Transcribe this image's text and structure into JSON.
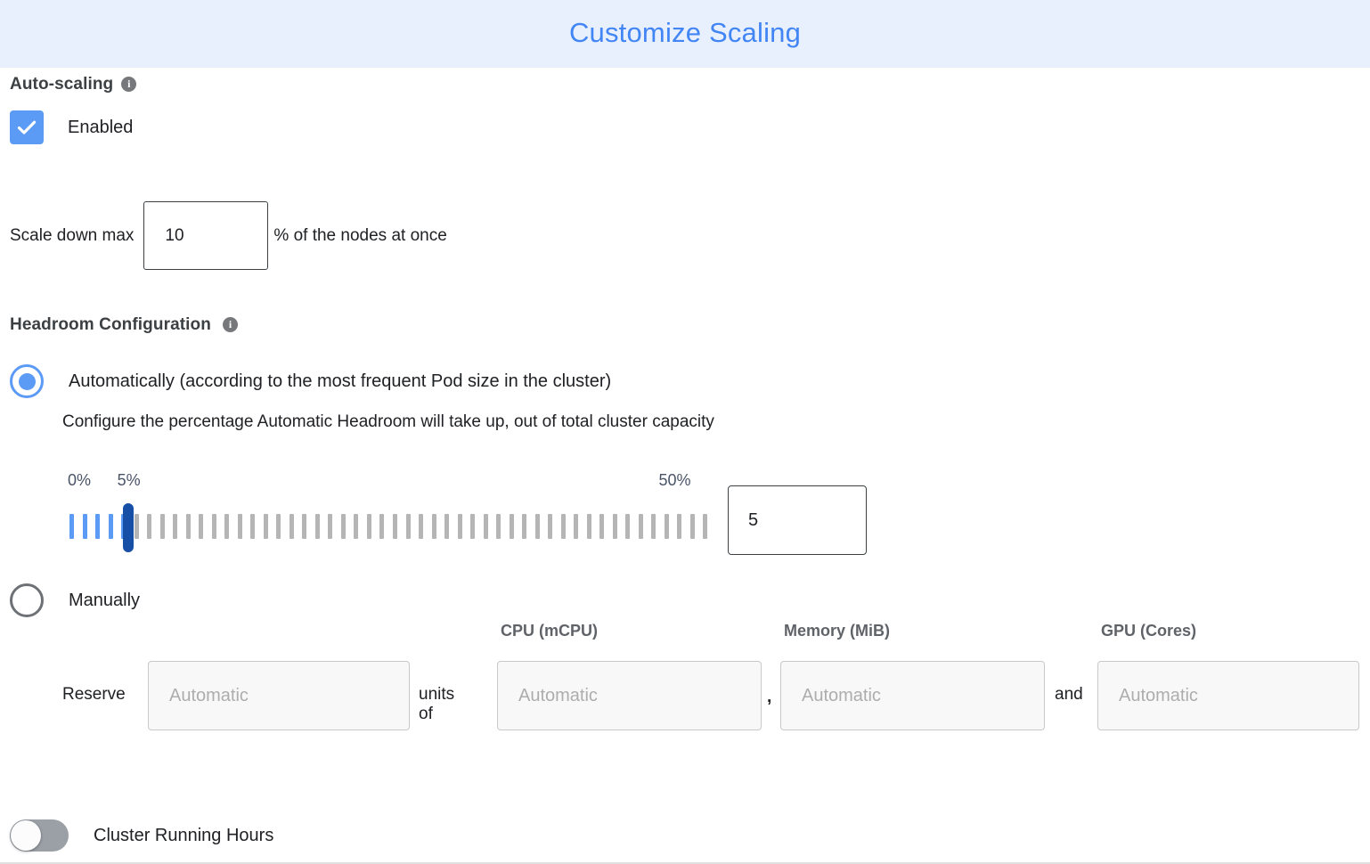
{
  "header": {
    "title": "Customize Scaling"
  },
  "autoscaling": {
    "section_label": "Auto-scaling",
    "info_icon": "info-icon",
    "info_glyph": "i",
    "checkbox_label": "Enabled",
    "checkbox_checked": true
  },
  "scale_down": {
    "label": "Scale down max",
    "value": "10",
    "suffix": "% of the nodes at once"
  },
  "headroom": {
    "section_label": "Headroom Configuration",
    "info_glyph": "i",
    "option_auto": "Automatically (according to the most frequent Pod size in the cluster)",
    "auto_selected": true,
    "description": "Configure the percentage Automatic Headroom will take up, out of total cluster capacity",
    "option_manual": "Manually",
    "manual_selected": false
  },
  "slider": {
    "min_label": "0%",
    "max_label": "50%",
    "value_label": "5%",
    "value": "5",
    "min": 0,
    "max": 50,
    "current": 5,
    "tick_count": 50,
    "active_color": "#5b9bf5",
    "inactive_color": "#b5b5b5",
    "thumb_color": "#174ea6"
  },
  "reserve": {
    "label": "Reserve",
    "units_of": "units of",
    "comma": ",",
    "and": "and",
    "columns": [
      {
        "header": "",
        "placeholder": "Automatic",
        "name": "units-input"
      },
      {
        "header": "CPU (mCPU)",
        "placeholder": "Automatic",
        "name": "cpu-input"
      },
      {
        "header": "Memory (MiB)",
        "placeholder": "Automatic",
        "name": "memory-input"
      },
      {
        "header": "GPU (Cores)",
        "placeholder": "Automatic",
        "name": "gpu-input"
      }
    ]
  },
  "cluster_running_hours": {
    "label": "Cluster Running Hours",
    "enabled": false
  },
  "colors": {
    "header_bg": "#e8f0fe",
    "header_text": "#4285f4",
    "accent": "#5b9bf5",
    "thumb": "#174ea6"
  }
}
